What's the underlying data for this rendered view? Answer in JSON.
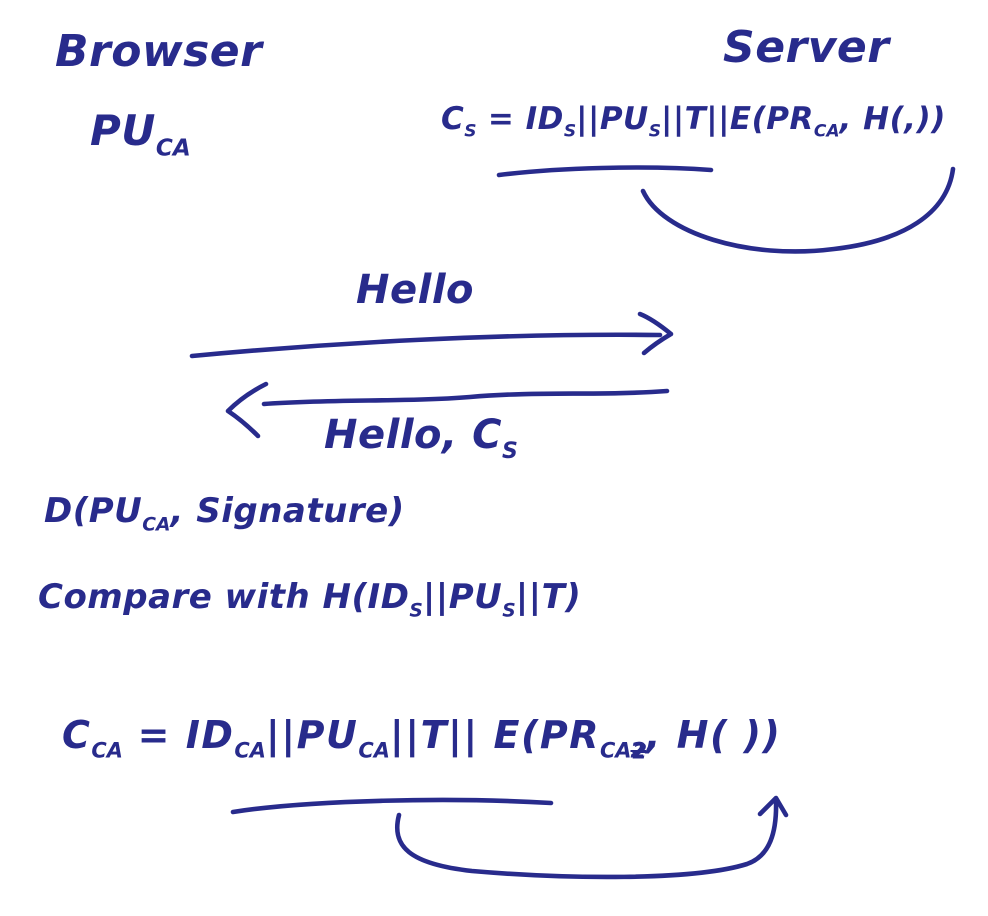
{
  "canvas": {
    "background_color": "#ffffff",
    "ink_color": "#282b8c",
    "style": "handwritten whiteboard sketch"
  },
  "actors": {
    "browser": {
      "label": "Browser",
      "key_text": "PU_CA",
      "key_parts": [
        {
          "v": "PU"
        },
        {
          "v": "CA",
          "sub": true
        }
      ]
    },
    "server": {
      "label": "Server"
    }
  },
  "server_cert": {
    "text": "C_S = ID_S||PU_S||T||E(PR_CA, H(,))",
    "formula_parts": [
      {
        "v": "C"
      },
      {
        "v": "S",
        "sub": true
      },
      {
        "v": " = "
      },
      {
        "v": "ID"
      },
      {
        "v": "S",
        "sub": true
      },
      {
        "v": "||PU"
      },
      {
        "v": "S",
        "sub": true
      },
      {
        "v": "||T||E(PR"
      },
      {
        "v": "CA",
        "sub": true
      },
      {
        "v": ", H(,))"
      }
    ],
    "underlined_text": "ID_S||PU_S||T",
    "annotation": "curved stroke links the underlined portion to the argument of H( )"
  },
  "messages": {
    "client_hello": {
      "label": "Hello",
      "from": "Browser",
      "to": "Server"
    },
    "server_hello": {
      "text": "Hello, C_S",
      "label_parts": [
        {
          "v": "Hello, C"
        },
        {
          "v": "S",
          "sub": true
        }
      ],
      "from": "Server",
      "to": "Browser"
    }
  },
  "verification": {
    "decrypt_text": "D(PU_CA, Signature)",
    "decrypt_parts": [
      {
        "v": "D(PU"
      },
      {
        "v": "CA",
        "sub": true
      },
      {
        "v": ", Signature)"
      }
    ],
    "compare_text": "Compare with H(ID_S||PU_S||T)",
    "compare_parts": [
      {
        "v": "Compare with H(ID"
      },
      {
        "v": "S",
        "sub": true
      },
      {
        "v": "||PU"
      },
      {
        "v": "S",
        "sub": true
      },
      {
        "v": "||T)"
      }
    ]
  },
  "ca_cert": {
    "text": "C_CA = ID_CA||PU_CA||T|| E(PR_CA, H( ))",
    "formula_parts": [
      {
        "v": "C"
      },
      {
        "v": "CA",
        "sub": true
      },
      {
        "v": " = "
      },
      {
        "v": "ID"
      },
      {
        "v": "CA",
        "sub": true
      },
      {
        "v": "||PU"
      },
      {
        "v": "CA",
        "sub": true
      },
      {
        "v": "||T|| E(PR"
      },
      {
        "v": "CA",
        "sub": true
      },
      {
        "v": "2",
        "sub": true,
        "scribble": true
      },
      {
        "v": ", H(  ))"
      }
    ],
    "underlined_text": "ID_CA||PU_CA||T",
    "annotation": "curved arrow links the underlined portion up into the empty argument of H( ); character after subscript CA is scribbled out"
  }
}
